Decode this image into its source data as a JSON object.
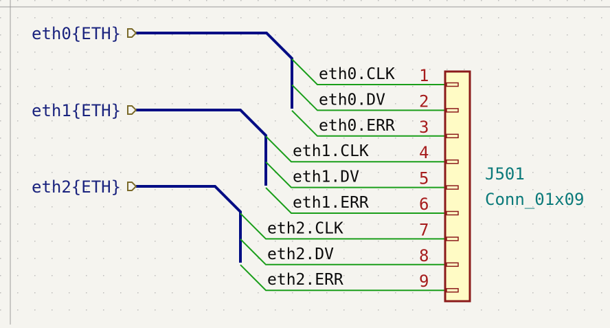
{
  "hier_labels": [
    {
      "text": "eth0{ETH}"
    },
    {
      "text": "eth1{ETH}"
    },
    {
      "text": "eth2{ETH}"
    }
  ],
  "signals": [
    {
      "name": "eth0.CLK",
      "pin": "1"
    },
    {
      "name": "eth0.DV",
      "pin": "2"
    },
    {
      "name": "eth0.ERR",
      "pin": "3"
    },
    {
      "name": "eth1.CLK",
      "pin": "4"
    },
    {
      "name": "eth1.DV",
      "pin": "5"
    },
    {
      "name": "eth1.ERR",
      "pin": "6"
    },
    {
      "name": "eth2.CLK",
      "pin": "7"
    },
    {
      "name": "eth2.DV",
      "pin": "8"
    },
    {
      "name": "eth2.ERR",
      "pin": "9"
    }
  ],
  "component": {
    "reference": "J501",
    "value": "Conn_01x09"
  },
  "colors": {
    "background": "#f5f4ef",
    "grid": "#b3b3b3",
    "bus": "#000d84",
    "wire": "#1a9e1a",
    "symbol_outline": "#8b1a1a",
    "symbol_fill": "#fffbc5",
    "pin_number": "#a61c1c",
    "hier_label": "#1a237e",
    "hier_flag": "#7a6a2a",
    "reference": "#0b7a7a"
  }
}
